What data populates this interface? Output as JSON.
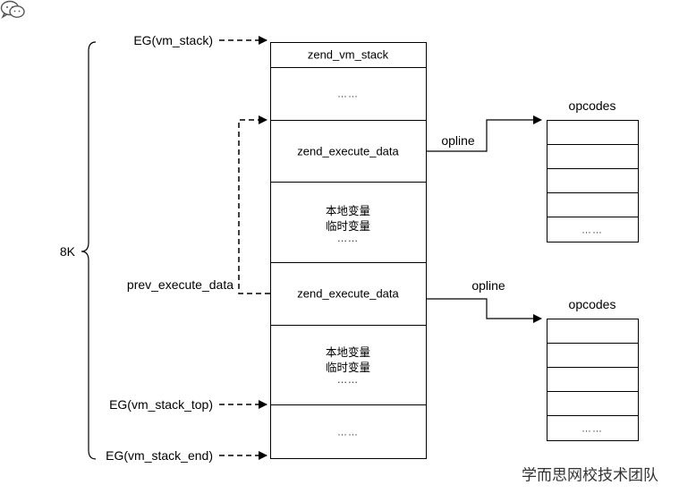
{
  "stack": {
    "header": "zend_vm_stack",
    "blocks": [
      {
        "dots": "……"
      },
      {
        "label": "zend_execute_data"
      },
      {
        "line1": "本地变量",
        "line2": "临时变量",
        "dots": "……"
      },
      {
        "label": "zend_execute_data"
      },
      {
        "line1": "本地变量",
        "line2": "临时变量",
        "dots": "……"
      },
      {
        "dots": "……"
      }
    ]
  },
  "pointers": {
    "vm_stack": "EG(vm_stack)",
    "vm_stack_top": "EG(vm_stack_top)",
    "vm_stack_end": "EG(vm_stack_end)",
    "prev_execute_data": "prev_execute_data"
  },
  "brace_label": "8K",
  "opline_labels": [
    "opline",
    "opline"
  ],
  "opcodes": [
    {
      "title": "opcodes",
      "dots": "……"
    },
    {
      "title": "opcodes",
      "dots": "……"
    }
  ],
  "watermark": {
    "text": "学而思网校技术团队",
    "icon": "wechat-icon"
  }
}
